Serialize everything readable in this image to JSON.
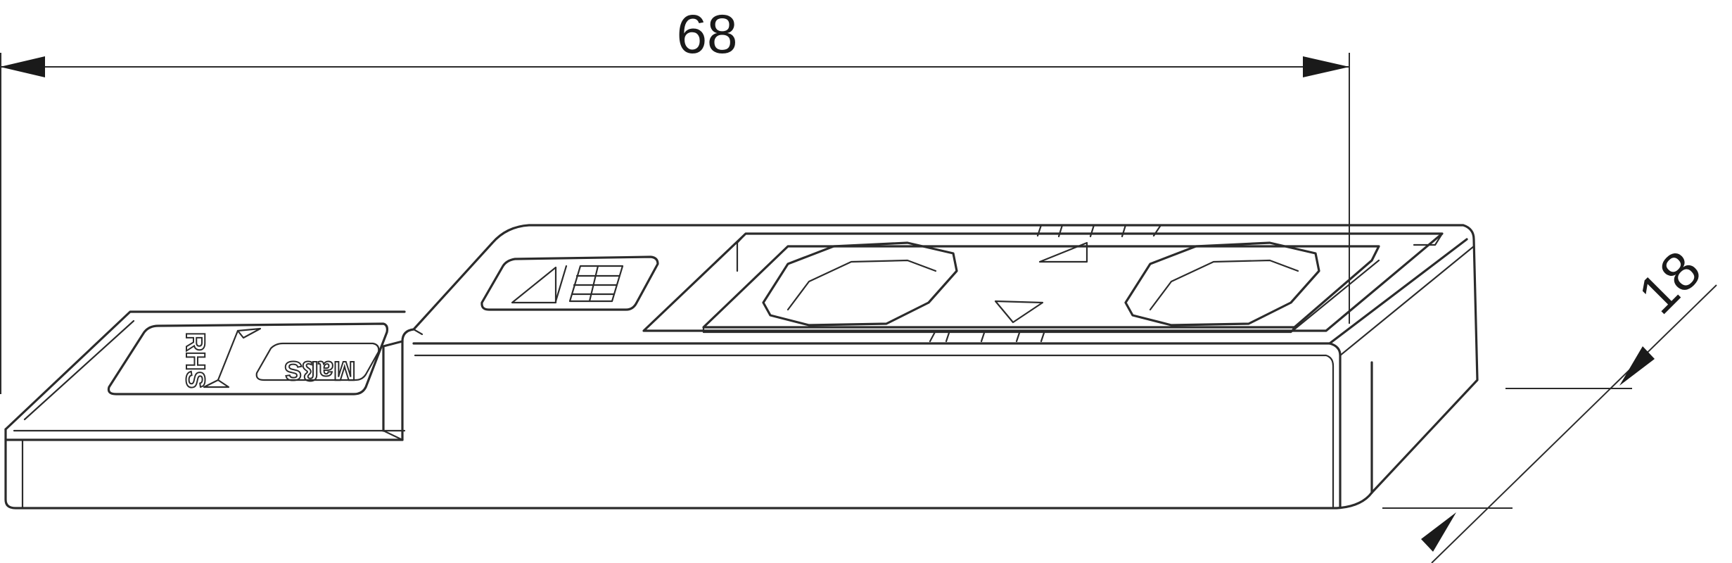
{
  "drawing": {
    "dimensions": {
      "length": "68",
      "width": "18"
    },
    "part_markings": {
      "left_label": "RHS",
      "right_label": "MaßS"
    }
  }
}
